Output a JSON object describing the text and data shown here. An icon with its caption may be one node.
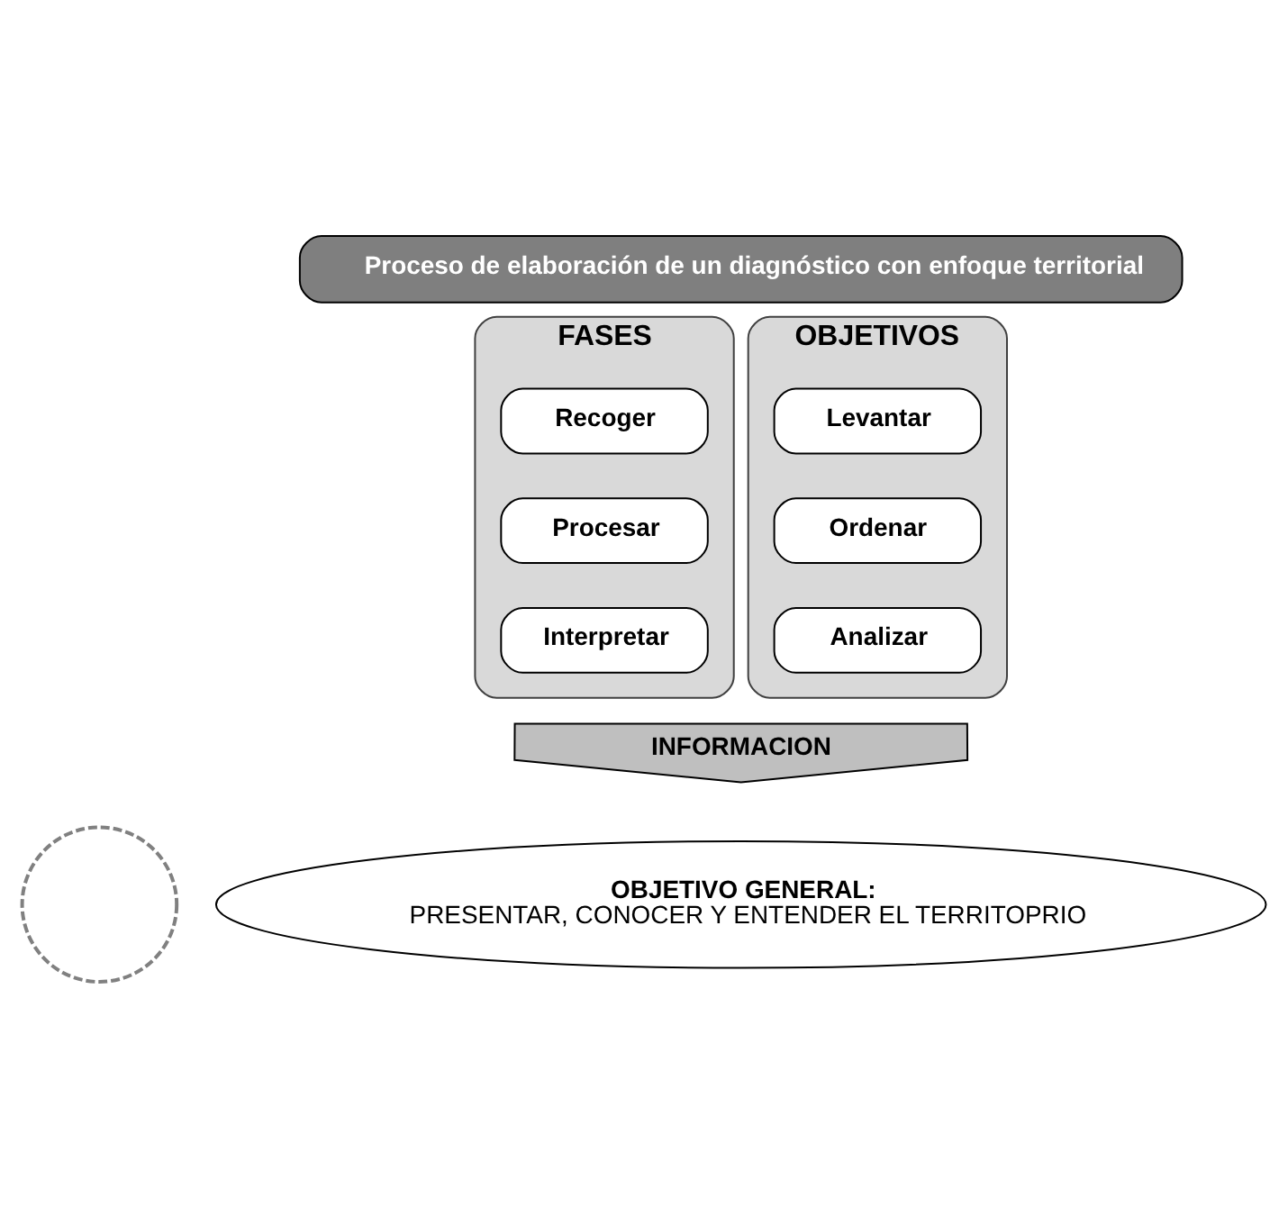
{
  "diagram": {
    "nodes": [
      {
        "text": [],
        "shape": "circle"
      },
      {
        "text": [
          "Proceso de elaboración de un diagnóstico con enfoque territorial"
        ]
      },
      {
        "text": [
          "FASES"
        ]
      },
      {
        "text": [
          "Recoger"
        ],
        "in": 2
      },
      {
        "text": [
          "Procesar"
        ],
        "in": 2
      },
      {
        "text": [
          "Interpretar"
        ],
        "in": 2
      },
      {
        "text": [
          "OBJETIVOS"
        ]
      },
      {
        "text": [
          "Levantar"
        ],
        "in": 6
      },
      {
        "text": [
          "Ordenar"
        ],
        "in": 6
      },
      {
        "text": [
          "Analizar"
        ],
        "in": 6
      },
      {
        "text": [
          "INFORMACION"
        ]
      },
      {
        "text": [
          "OBJETIVO GENERAL:",
          "PRESENTAR, CONOCER Y ENTENDER EL TERRITOPRIO"
        ]
      }
    ],
    "edges": []
  }
}
